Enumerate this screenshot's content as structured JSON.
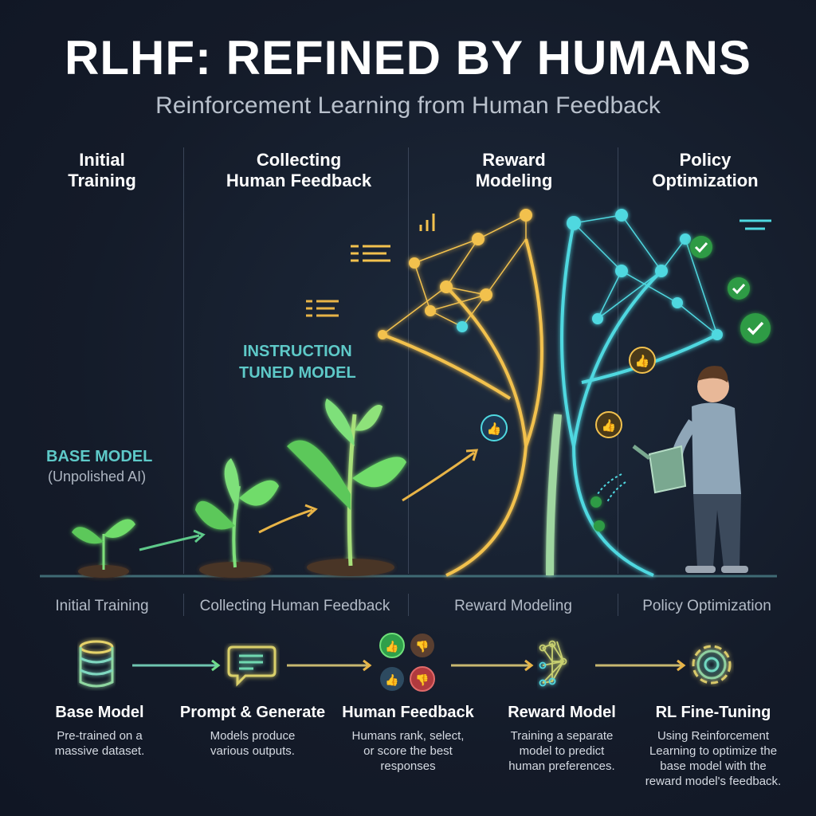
{
  "title": "RLHF: REFINED BY HUMANS",
  "subtitle": "Reinforcement Learning from Human Feedback",
  "columns": [
    "Initial Training",
    "Collecting Human Feedback",
    "Reward Modeling",
    "Policy Optimization"
  ],
  "column_headings": [
    [
      "Initial",
      "Training"
    ],
    [
      "Collecting",
      "Human Feedback"
    ],
    [
      "Reward",
      "Modeling"
    ],
    [
      "Policy",
      "Optimization"
    ]
  ],
  "illustration": {
    "base_label": "BASE MODEL",
    "base_sub": "(Unpolished AI)",
    "instruction_label": [
      "INSTRUCTION",
      "TUNED MODEL"
    ]
  },
  "steps": [
    {
      "icon": "database-icon",
      "title": "Base Model",
      "desc": [
        "Pre-trained on a",
        "massive dataset."
      ]
    },
    {
      "icon": "chat-bubble-icon",
      "title": "Prompt & Generate",
      "desc": [
        "Models produce",
        "various outputs."
      ]
    },
    {
      "icon": "thumbs-icon",
      "title": "Human Feedback",
      "desc": [
        "Humans rank, select,",
        "or score the best",
        "responses"
      ]
    },
    {
      "icon": "network-icon",
      "title": "Reward Model",
      "desc": [
        "Training a separate",
        "model to predict",
        "human preferences."
      ]
    },
    {
      "icon": "gear-icon",
      "title": "RL Fine-Tuning",
      "desc": [
        "Using Reinforcement",
        "Learning to optimize the",
        "base model with the",
        "reward model's feedback."
      ]
    }
  ],
  "colors": {
    "gold": "#f2c14e",
    "teal": "#4fd8e0",
    "green": "#5cd66a",
    "bg": "#141b29"
  }
}
